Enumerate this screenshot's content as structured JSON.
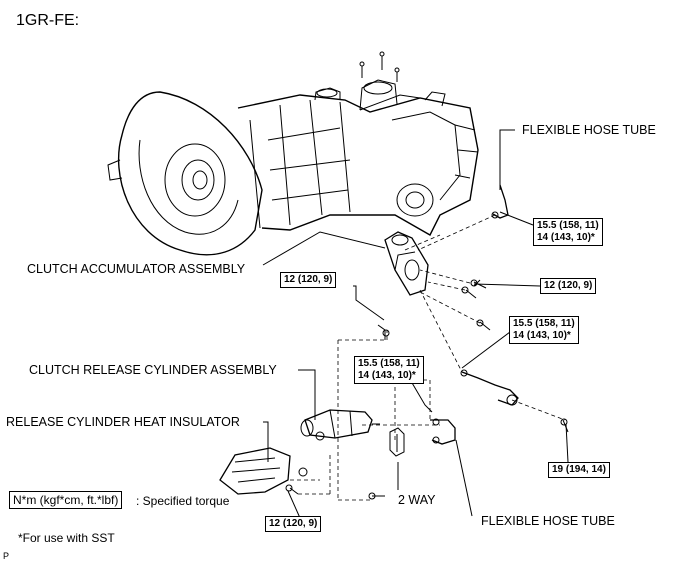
{
  "title": "1GR-FE:",
  "labels": {
    "flexible_hose_tube_top": "FLEXIBLE HOSE TUBE",
    "clutch_accumulator": "CLUTCH ACCUMULATOR ASSEMBLY",
    "clutch_release_cylinder": "CLUTCH RELEASE CYLINDER ASSEMBLY",
    "release_cylinder_heat_insulator": "RELEASE CYLINDER HEAT INSULATOR",
    "two_way": "2 WAY",
    "flexible_hose_tube_bottom": "FLEXIBLE HOSE TUBE"
  },
  "torques": {
    "t1_line1": "15.5 (158, 11)",
    "t1_line2": "14 (143, 10)*",
    "t2": "12 (120, 9)",
    "t3": "12 (120, 9)",
    "t4_line1": "15.5 (158, 11)",
    "t4_line2": "14 (143, 10)*",
    "t5_line1": "15.5 (158, 11)",
    "t5_line2": "14 (143, 10)*",
    "t6": "19 (194, 14)",
    "t7": "12 (120, 9)"
  },
  "legend": {
    "unit": "N*m (kgf*cm, ft.*lbf)",
    "desc": ": Specified torque"
  },
  "footnote": "*For use with SST",
  "corner_mark": "P"
}
